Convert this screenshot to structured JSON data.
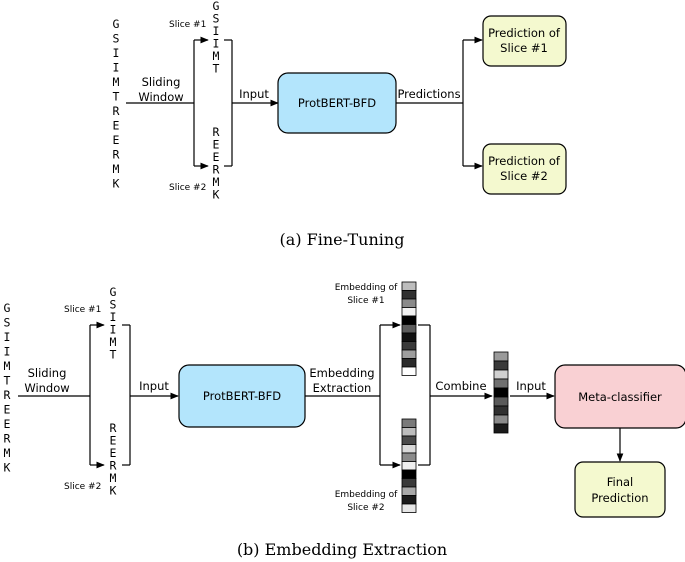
{
  "sequence": [
    "G",
    "S",
    "I",
    "I",
    "M",
    "T",
    "R",
    "E",
    "E",
    "R",
    "M",
    "K"
  ],
  "slice1_letters": [
    "G",
    "S",
    "I",
    "I",
    "M",
    "T"
  ],
  "slice2_letters": [
    "R",
    "E",
    "E",
    "R",
    "M",
    "K"
  ],
  "fine_tuning": {
    "sliding_window": [
      "Sliding",
      "Window"
    ],
    "slice1": "Slice #1",
    "slice2": "Slice #2",
    "input": "Input",
    "model": "ProtBERT-BFD",
    "predictions": "Predictions",
    "pred1": [
      "Prediction of",
      "Slice #1"
    ],
    "pred2": [
      "Prediction of",
      "Slice #2"
    ],
    "caption": "(a) Fine-Tuning"
  },
  "embedding": {
    "sliding_window": [
      "Sliding",
      "Window"
    ],
    "slice1": "Slice #1",
    "slice2": "Slice #2",
    "input": "Input",
    "model": "ProtBERT-BFD",
    "extraction": [
      "Embedding",
      "Extraction"
    ],
    "emb1": [
      "Embedding of",
      "Slice #1"
    ],
    "emb2": [
      "Embedding of",
      "Slice #2"
    ],
    "combine": "Combine",
    "input2": "Input",
    "meta": "Meta-classifier",
    "final": [
      "Final",
      "Prediction"
    ],
    "caption": "(b) Embedding Extraction"
  },
  "colors": {
    "model_fill": "#b3e5fc",
    "prediction_fill": "#f4f9cf",
    "meta_fill": "#f9d0d3",
    "stroke": "#000000"
  },
  "embedding_vector_1": [
    "#bdbdbd",
    "#303030",
    "#8a8a8a",
    "#f2f2f2",
    "#000000",
    "#5c5c5c",
    "#111111",
    "#3a3a3a",
    "#9e9e9e",
    "#2a2a2a",
    "#ffffff"
  ],
  "embedding_vector_2": [
    "#7a7a7a",
    "#bdbdbd",
    "#4a4a4a",
    "#d9d9d9",
    "#8a8a8a",
    "#efefef",
    "#000000",
    "#3a3a3a",
    "#a8a8a8",
    "#1a1a1a",
    "#e6e6e6"
  ],
  "combined_vector": [
    "#9a9a9a",
    "#3a3a3a",
    "#d0d0d0",
    "#707070",
    "#000000",
    "#5a5a5a",
    "#303030",
    "#8a8a8a",
    "#1a1a1a"
  ]
}
